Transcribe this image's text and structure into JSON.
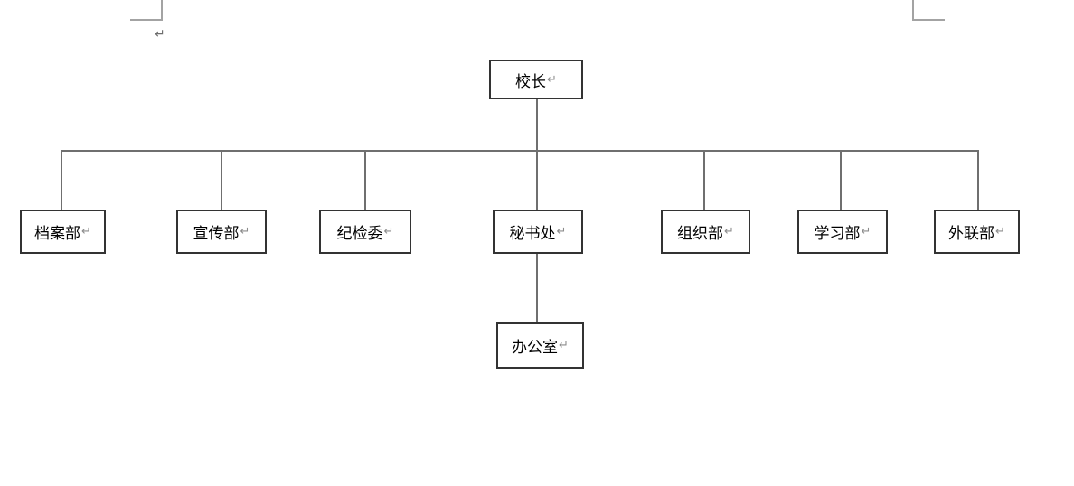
{
  "document": {
    "background": "#ffffff",
    "formatting_marks": {
      "paragraph_return": "↵"
    }
  },
  "colors": {
    "box_border": "#333333",
    "connector_line": "#6f6f6f",
    "crop_mark": "#a3a3a3",
    "return_mark": "#8c8c8c",
    "text": "#000000"
  },
  "diagram": {
    "type": "org-chart",
    "root": {
      "label": "校长"
    },
    "children": [
      {
        "label": "档案部"
      },
      {
        "label": "宣传部"
      },
      {
        "label": "纪检委"
      },
      {
        "label": "秘书处"
      },
      {
        "label": "组织部"
      },
      {
        "label": "学习部"
      },
      {
        "label": "外联部"
      }
    ],
    "grandchildren": [
      {
        "label": "办公室",
        "parent": "秘书处"
      }
    ],
    "edges": [
      [
        "校长",
        "档案部"
      ],
      [
        "校长",
        "宣传部"
      ],
      [
        "校长",
        "纪检委"
      ],
      [
        "校长",
        "秘书处"
      ],
      [
        "校长",
        "组织部"
      ],
      [
        "校长",
        "学习部"
      ],
      [
        "校长",
        "外联部"
      ],
      [
        "秘书处",
        "办公室"
      ]
    ]
  }
}
